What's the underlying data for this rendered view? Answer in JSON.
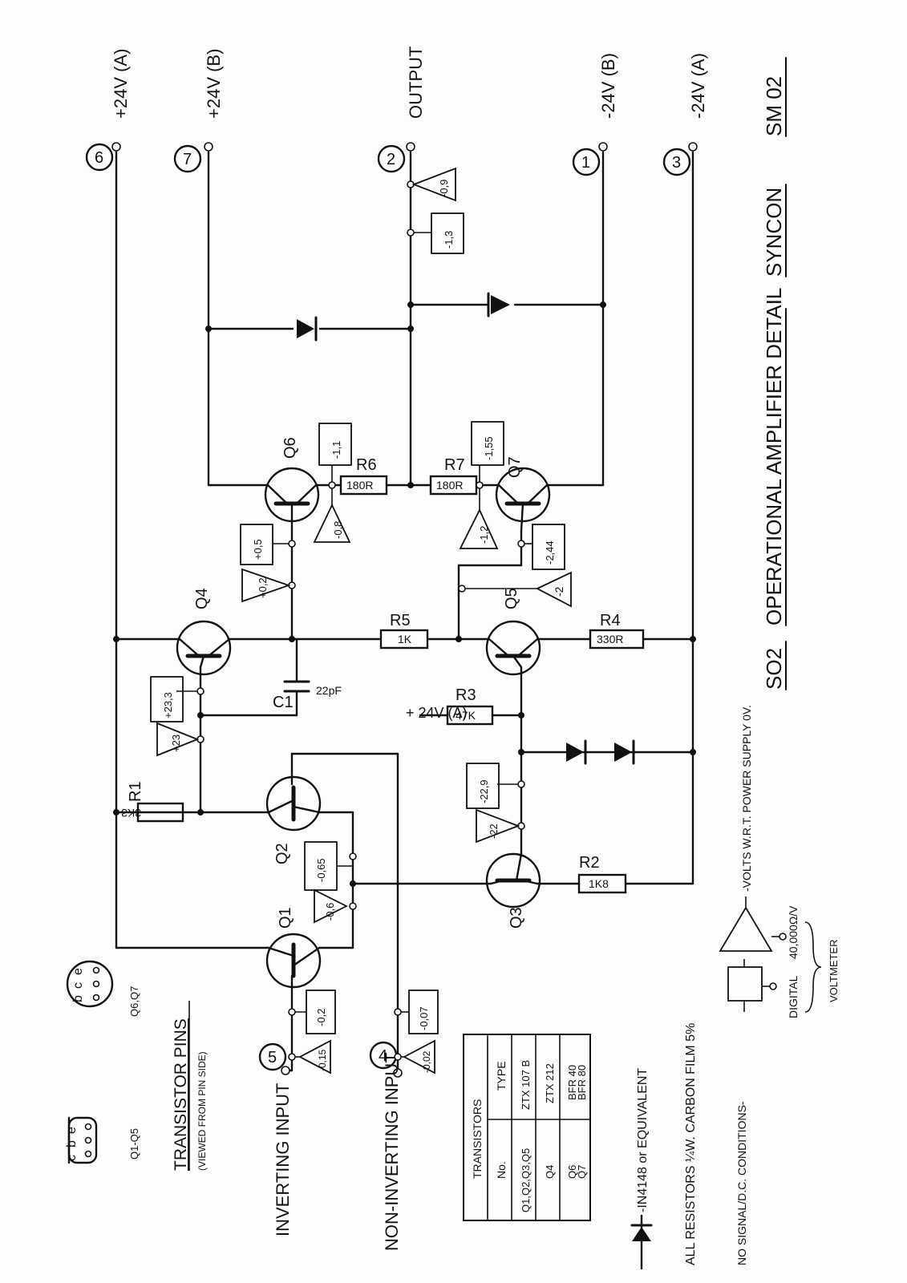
{
  "drawing": {
    "title": "OPERATIONAL AMPLIFIER DETAIL",
    "code": "SO2",
    "system": "SYNCON",
    "sheet": "SM 02"
  },
  "terminals": [
    {
      "num": "6",
      "label": "+24V (A)"
    },
    {
      "num": "7",
      "label": "+24V (B)"
    },
    {
      "num": "2",
      "label": "OUTPUT"
    },
    {
      "num": "1",
      "label": "-24V (B)"
    },
    {
      "num": "3",
      "label": "-24V (A)"
    },
    {
      "num": "5",
      "label": "INVERTING INPUT"
    },
    {
      "num": "4",
      "label": "NON-INVERTING INPUT"
    }
  ],
  "transistor_pins": {
    "title": "TRANSISTOR PINS",
    "subtitle": "(VIEWED FROM PIN SIDE)",
    "group1": "Q1-Q5",
    "group2": "Q6,Q7",
    "pins1": [
      "e",
      "b",
      "c"
    ],
    "pins2": [
      "e",
      "c",
      "b"
    ]
  },
  "transistors": [
    "Q1",
    "Q2",
    "Q3",
    "Q4",
    "Q5",
    "Q6",
    "Q7"
  ],
  "resistors": [
    {
      "ref": "R1",
      "value": "3K3"
    },
    {
      "ref": "R2",
      "value": "1K8"
    },
    {
      "ref": "R3",
      "value": "47K"
    },
    {
      "ref": "R4",
      "value": "330R"
    },
    {
      "ref": "R5",
      "value": "1K"
    },
    {
      "ref": "R6",
      "value": "180R"
    },
    {
      "ref": "R7",
      "value": "180R"
    }
  ],
  "capacitor": {
    "ref": "C1",
    "value": "22pF"
  },
  "r3_supply": "+ 24V (A)",
  "voltages": {
    "q1_box": "-0,2",
    "q1_tri": "-0,15",
    "nin_box": "-0,07",
    "nin_tri": "-0,02",
    "q2_box": "-0,65",
    "q2_tri": "-0,6",
    "q4_box": "+23,3",
    "q4_tri": "+23",
    "q3_box": "-22,9",
    "q3_tri": "-22",
    "q6b_box": "+0,5",
    "q6b_tri": "+0,2",
    "q6e_box": "-1,1",
    "q6e_tri": "-0,8",
    "q7e_box": "-1,55",
    "q7e_tri": "-1,2",
    "q7b_box": "-2,44",
    "q7b_tri": "-2",
    "out_box": "-1,3",
    "out_tri": "-0,9"
  },
  "table": {
    "title": "TRANSISTORS",
    "headers": [
      "No.",
      "TYPE"
    ],
    "rows": [
      [
        "Q1,Q2,Q3,Q5",
        "ZTX 107 B"
      ],
      [
        "Q4",
        "ZTX 212"
      ],
      [
        "Q6",
        "BFR 40"
      ],
      [
        "Q7",
        "BFR 80"
      ]
    ]
  },
  "notes": {
    "diode": "-IN4148 or EQUIVALENT",
    "resistors": "ALL RESISTORS  ¼W. CARBON FILM 5%",
    "conditions": "NO SIGNAL/D.C. CONDITIONS-",
    "volts": "-VOLTS W.R.T. POWER SUPPLY 0V.",
    "digital": "DIGITAL",
    "analog": "40,000Ω/V",
    "voltmeter": "VOLTMETER"
  }
}
